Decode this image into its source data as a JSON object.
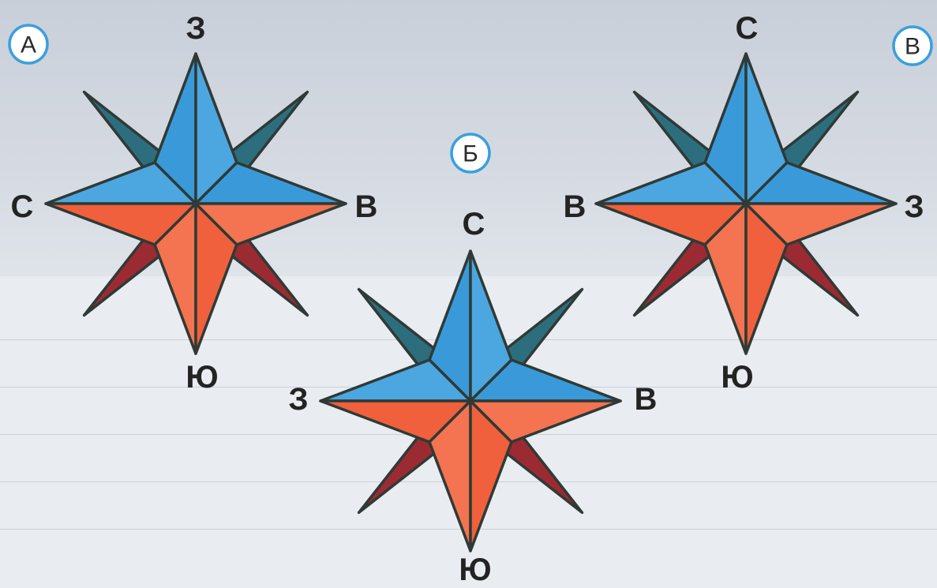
{
  "colors": {
    "north_half": "#3a9ad9",
    "north_half_light": "#4ca6e0",
    "south_half": "#f0603c",
    "south_half_light": "#f47350",
    "diagonal_top": "#2d6e7e",
    "diagonal_bottom": "#9c2a32",
    "outline": "#2f3a36",
    "badge_ring": "#3aa0dc"
  },
  "stars": [
    {
      "badge": "А",
      "labels": {
        "top": "З",
        "bottom": "Ю",
        "left": "С",
        "right": "В"
      }
    },
    {
      "badge": "Б",
      "labels": {
        "top": "С",
        "bottom": "Ю",
        "left": "З",
        "right": "В"
      }
    },
    {
      "badge": "В",
      "labels": {
        "top": "С",
        "bottom": "Ю",
        "left": "В",
        "right": "З"
      }
    }
  ]
}
